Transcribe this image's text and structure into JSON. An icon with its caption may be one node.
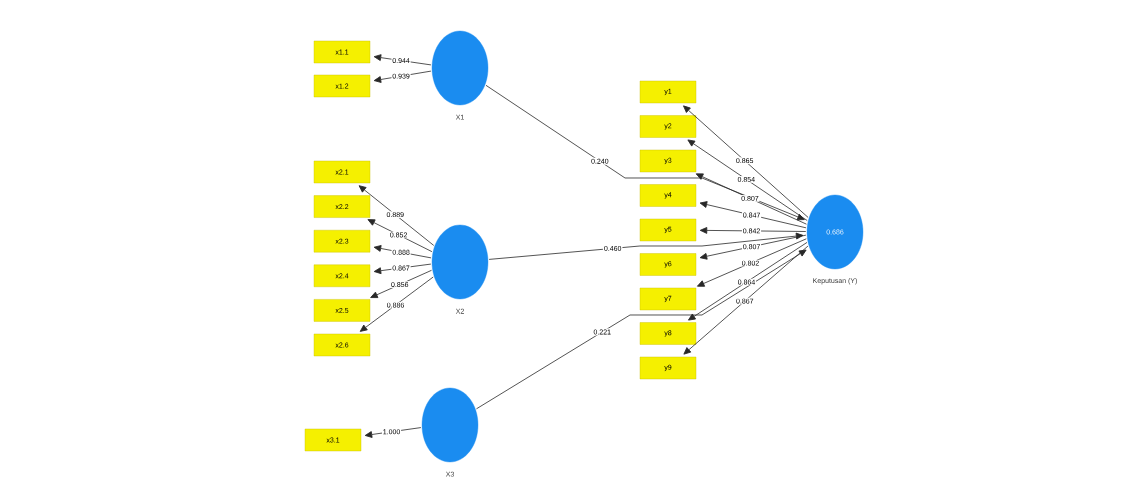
{
  "diagram": {
    "nodes": [
      {
        "text": [
          "x1.1"
        ]
      },
      {
        "text": [
          "x1.2"
        ]
      },
      {
        "text": [
          "X1"
        ]
      },
      {
        "text": [
          "x2.1"
        ]
      },
      {
        "text": [
          "x2.2"
        ]
      },
      {
        "text": [
          "x2.3"
        ]
      },
      {
        "text": [
          "x2.4"
        ]
      },
      {
        "text": [
          "x2.5"
        ]
      },
      {
        "text": [
          "x2.6"
        ]
      },
      {
        "text": [
          "X2"
        ]
      },
      {
        "text": [
          "x3.1"
        ]
      },
      {
        "text": [
          "X3"
        ]
      },
      {
        "text": [
          "y1"
        ]
      },
      {
        "text": [
          "y2"
        ]
      },
      {
        "text": [
          "y3"
        ]
      },
      {
        "text": [
          "y4"
        ]
      },
      {
        "text": [
          "y5"
        ]
      },
      {
        "text": [
          "y6"
        ]
      },
      {
        "text": [
          "y7"
        ]
      },
      {
        "text": [
          "y8"
        ]
      },
      {
        "text": [
          "y9"
        ]
      },
      {
        "text": [
          "0.686",
          "Keputusan (Y)"
        ]
      }
    ],
    "edges": [
      {
        "from": 2,
        "to": 0,
        "arrow": "to",
        "label": "0.944"
      },
      {
        "from": 2,
        "to": 1,
        "arrow": "to",
        "label": "0.939"
      },
      {
        "from": 9,
        "to": 3,
        "arrow": "to",
        "label": "0.889"
      },
      {
        "from": 9,
        "to": 4,
        "arrow": "to",
        "label": "0.852"
      },
      {
        "from": 9,
        "to": 5,
        "arrow": "to",
        "label": "0.888"
      },
      {
        "from": 9,
        "to": 6,
        "arrow": "to",
        "label": "0.867"
      },
      {
        "from": 9,
        "to": 7,
        "arrow": "to",
        "label": "0.856"
      },
      {
        "from": 9,
        "to": 8,
        "arrow": "to",
        "label": "0.886"
      },
      {
        "from": 11,
        "to": 10,
        "arrow": "to",
        "label": "1.000"
      },
      {
        "from": 21,
        "to": 12,
        "arrow": "to",
        "label": "0.865"
      },
      {
        "from": 21,
        "to": 13,
        "arrow": "to",
        "label": "0.854"
      },
      {
        "from": 21,
        "to": 14,
        "arrow": "to",
        "label": "0.807"
      },
      {
        "from": 21,
        "to": 15,
        "arrow": "to",
        "label": "0.847"
      },
      {
        "from": 21,
        "to": 16,
        "arrow": "to",
        "label": "0.842"
      },
      {
        "from": 21,
        "to": 17,
        "arrow": "to",
        "label": "0.807"
      },
      {
        "from": 21,
        "to": 18,
        "arrow": "to",
        "label": "0.802"
      },
      {
        "from": 21,
        "to": 19,
        "arrow": "to",
        "label": "0.864"
      },
      {
        "from": 21,
        "to": 20,
        "arrow": "to",
        "label": "0.867"
      },
      {
        "from": 2,
        "to": 21,
        "arrow": "to",
        "label": "0.240"
      },
      {
        "from": 9,
        "to": 21,
        "arrow": "to",
        "label": "0.460"
      },
      {
        "from": 11,
        "to": 21,
        "arrow": "to",
        "label": "0.221"
      }
    ]
  }
}
